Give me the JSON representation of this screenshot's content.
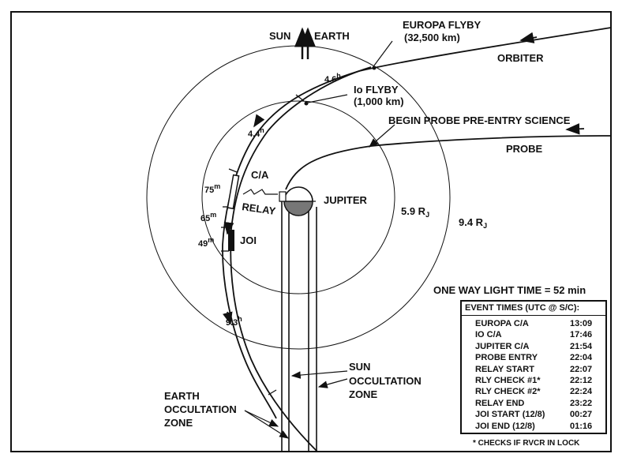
{
  "directions": {
    "sun": "SUN",
    "earth": "EARTH"
  },
  "flybys": {
    "europa": {
      "name": "EUROPA FLYBY",
      "distance": "(32,500 km)"
    },
    "io": {
      "name": "Io FLYBY",
      "distance": "(1,000 km)"
    }
  },
  "trajectories": {
    "orbiter": "ORBITER",
    "probe": "PROBE",
    "begin_probe": "BEGIN PROBE PRE-ENTRY SCIENCE"
  },
  "planet": {
    "name": "JUPITER"
  },
  "radii": {
    "inner": {
      "value": "5.9 R",
      "sub": "J"
    },
    "outer": {
      "value": "9.4 R",
      "sub": "J"
    }
  },
  "time_marks": [
    {
      "base": "4.6",
      "sup": "h"
    },
    {
      "base": "4.4",
      "sup": "h"
    },
    {
      "base": "75",
      "sup": "m"
    },
    {
      "base": "65",
      "sup": "m"
    },
    {
      "base": "49",
      "sup": "m"
    },
    {
      "base": "9.3",
      "sup": "h"
    }
  ],
  "segments": {
    "ca": "C/A",
    "relay": "RELAY",
    "joi": "JOI"
  },
  "zones": {
    "earth": [
      "EARTH",
      "OCCULTATION",
      "ZONE"
    ],
    "sun": [
      "SUN",
      "OCCULTATION",
      "ZONE"
    ]
  },
  "light_time": "ONE WAY LIGHT TIME = 52 min",
  "event_table": {
    "title": "EVENT TIMES (UTC @ S/C):",
    "rows": [
      {
        "event": "EUROPA C/A",
        "time": "13:09"
      },
      {
        "event": "IO C/A",
        "time": "17:46"
      },
      {
        "event": "JUPITER C/A",
        "time": "21:54"
      },
      {
        "event": "PROBE ENTRY",
        "time": "22:04"
      },
      {
        "event": "RELAY START",
        "time": "22:07"
      },
      {
        "event": "RLY CHECK #1*",
        "time": "22:12"
      },
      {
        "event": "RLY CHECK #2*",
        "time": "22:24"
      },
      {
        "event": "RELAY END",
        "time": "23:22"
      },
      {
        "event": "JOI START (12/8)",
        "time": "00:27"
      },
      {
        "event": "JOI END (12/8)",
        "time": "01:16"
      }
    ],
    "footnote": "* CHECKS IF RVCR IN LOCK"
  }
}
